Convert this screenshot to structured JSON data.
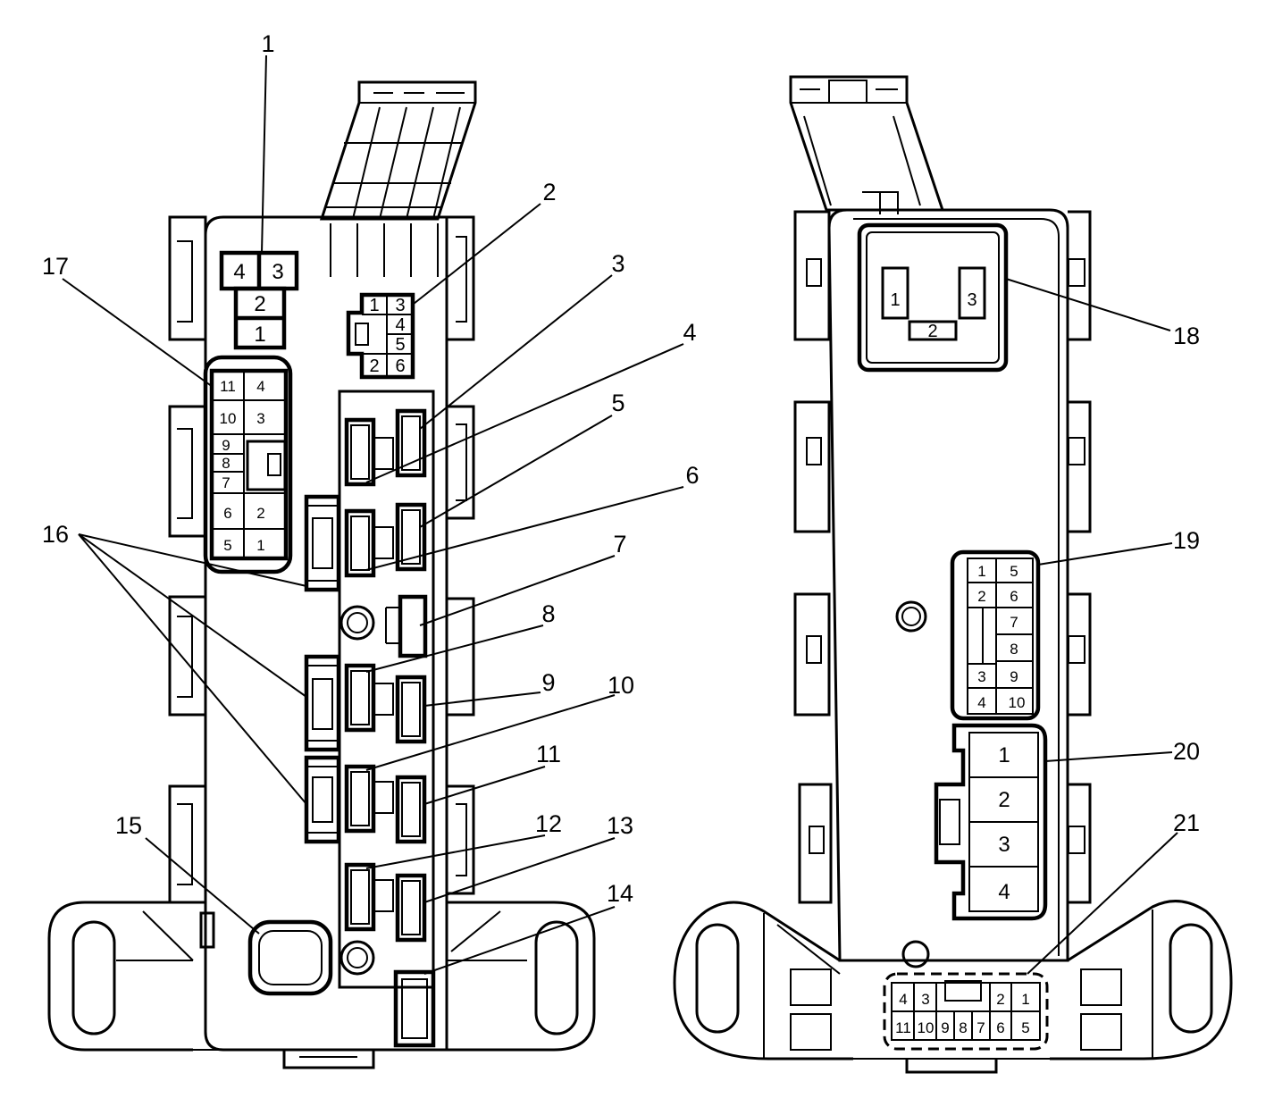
{
  "colors": {
    "line": "#000000",
    "background": "#ffffff"
  },
  "callouts": {
    "c1": "1",
    "c2": "2",
    "c3": "3",
    "c4": "4",
    "c5": "5",
    "c6": "6",
    "c7": "7",
    "c8": "8",
    "c9": "9",
    "c10": "10",
    "c11": "11",
    "c12": "12",
    "c13": "13",
    "c14": "14",
    "c15": "15",
    "c16": "16",
    "c17": "17",
    "c18": "18",
    "c19": "19",
    "c20": "20",
    "c21": "21"
  },
  "connectors": {
    "c1": {
      "pins": [
        "4",
        "3",
        "2",
        "1"
      ]
    },
    "c2": {
      "pins": [
        "1",
        "3",
        "4",
        "5",
        "2",
        "6"
      ]
    },
    "c17": {
      "pins": [
        "11",
        "4",
        "10",
        "3",
        "9",
        "8",
        "7",
        "6",
        "2",
        "5",
        "1"
      ]
    },
    "c18": {
      "pins": [
        "1",
        "3",
        "2"
      ]
    },
    "c19": {
      "pins": [
        "1",
        "5",
        "2",
        "6",
        "7",
        "8",
        "3",
        "9",
        "4",
        "10"
      ]
    },
    "c20": {
      "pins": [
        "1",
        "2",
        "3",
        "4"
      ]
    },
    "c21": {
      "pins": [
        "4",
        "3",
        "2",
        "1",
        "11",
        "10",
        "9",
        "8",
        "7",
        "6",
        "5"
      ]
    }
  }
}
